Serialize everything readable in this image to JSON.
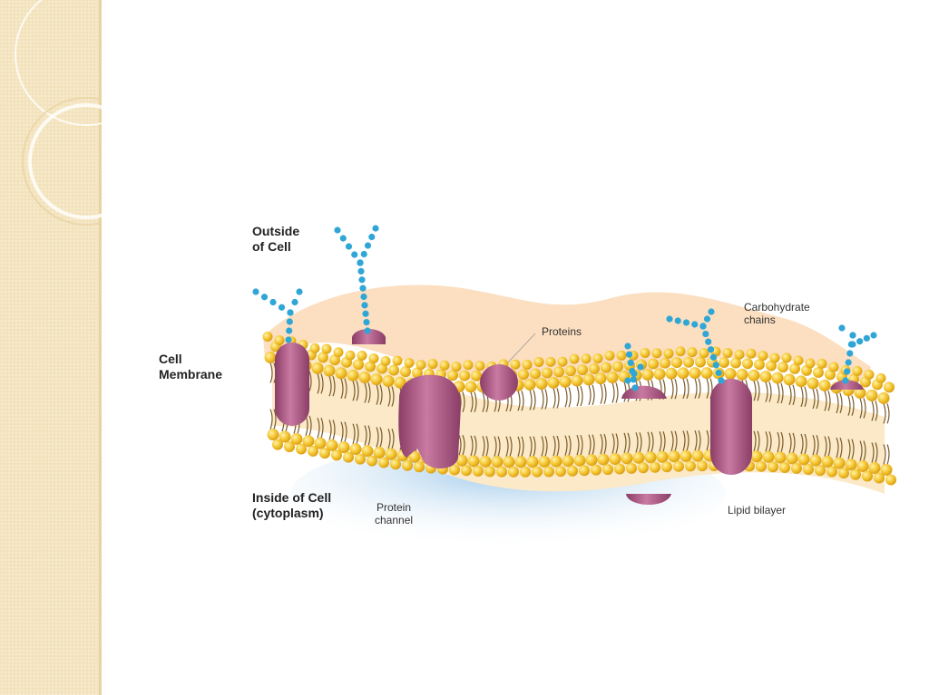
{
  "diagram": {
    "labels": {
      "outside": "Outside\nof Cell",
      "membrane": "Cell\nMembrane",
      "inside": "Inside of Cell\n(cytoplasm)",
      "proteins": "Proteins",
      "carbohydrate": "Carbohydrate\nchains",
      "channel": "Protein\nchannel",
      "bilayer": "Lipid bilayer"
    },
    "colors": {
      "sidebar": "#f3e3bd",
      "lipid_head": "#f2c12e",
      "protein": "#b25a86",
      "carbohydrate": "#2fa6d6",
      "upper_surface": "#fbdcb9",
      "cytoplasm": "#a9cfe8"
    }
  }
}
